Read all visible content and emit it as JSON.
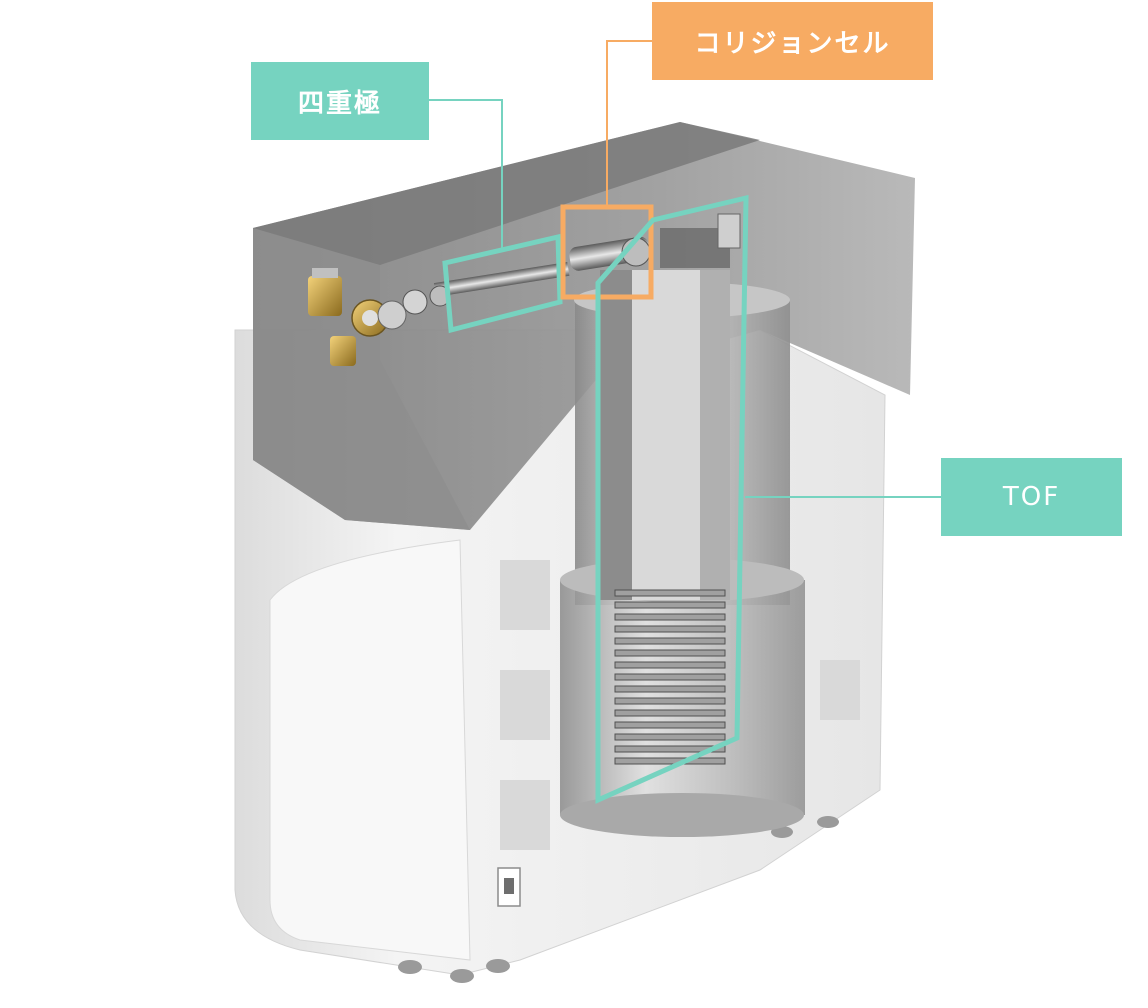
{
  "labels": {
    "quadrupole": "四重極",
    "collision_cell": "コリジョンセル",
    "tof": "TOF"
  },
  "colors": {
    "teal": "#76d3c0",
    "orange": "#f7ab63",
    "housing": "#9a9a9a",
    "body": "#efefef"
  }
}
